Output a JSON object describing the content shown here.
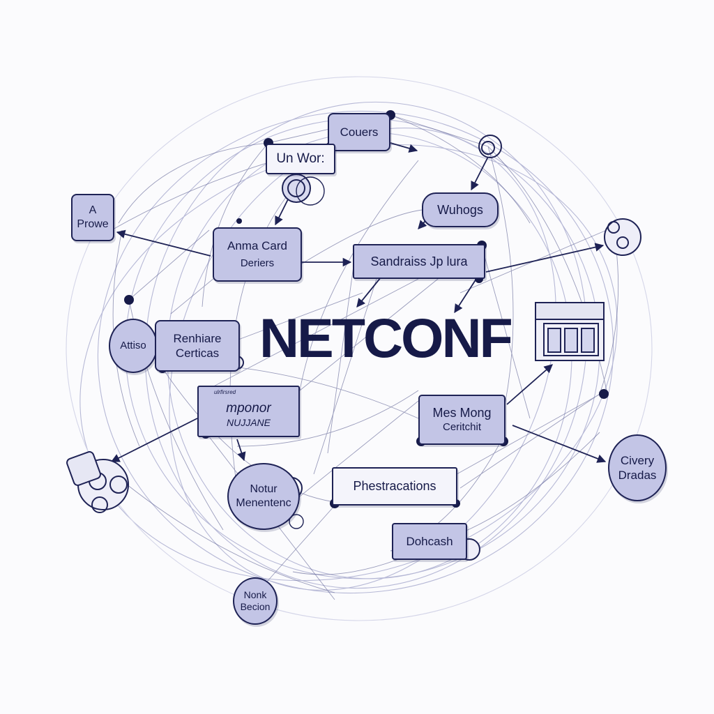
{
  "diagram": {
    "title": "NETCONF",
    "nodes": [
      {
        "id": "couers",
        "lines": [
          "Couers"
        ]
      },
      {
        "id": "un-wor",
        "lines": [
          "Un Wor:"
        ]
      },
      {
        "id": "wuhogs",
        "lines": [
          "Wuhogs"
        ]
      },
      {
        "id": "a-prowe",
        "lines": [
          "A",
          "Prowe"
        ]
      },
      {
        "id": "anma-card",
        "lines": [
          "Anma Card",
          "Deriers"
        ]
      },
      {
        "id": "sandraiss",
        "lines": [
          "Sandraiss Jp lura"
        ]
      },
      {
        "id": "attiso",
        "lines": [
          "Attiso"
        ]
      },
      {
        "id": "renhiare",
        "lines": [
          "Renhiare",
          "Certicas"
        ]
      },
      {
        "id": "mponor",
        "small": "ulrfirsred",
        "lines": [
          "mponor",
          "NUJJANE"
        ]
      },
      {
        "id": "mes-mong",
        "lines": [
          "Mes Mong",
          "Ceritchit"
        ]
      },
      {
        "id": "civery",
        "lines": [
          "Civery",
          "Dradas"
        ]
      },
      {
        "id": "notur",
        "lines": [
          "Notur",
          "Menentenc"
        ]
      },
      {
        "id": "phestracations",
        "lines": [
          "Phestracations"
        ]
      },
      {
        "id": "dohcash",
        "lines": [
          "Dohcash"
        ]
      },
      {
        "id": "nonk",
        "lines": [
          "Nonk",
          "Becion"
        ]
      }
    ],
    "colors": {
      "node_fill": "#c3c5e6",
      "stroke": "#1e2255",
      "background": "#fbfbfd"
    }
  }
}
